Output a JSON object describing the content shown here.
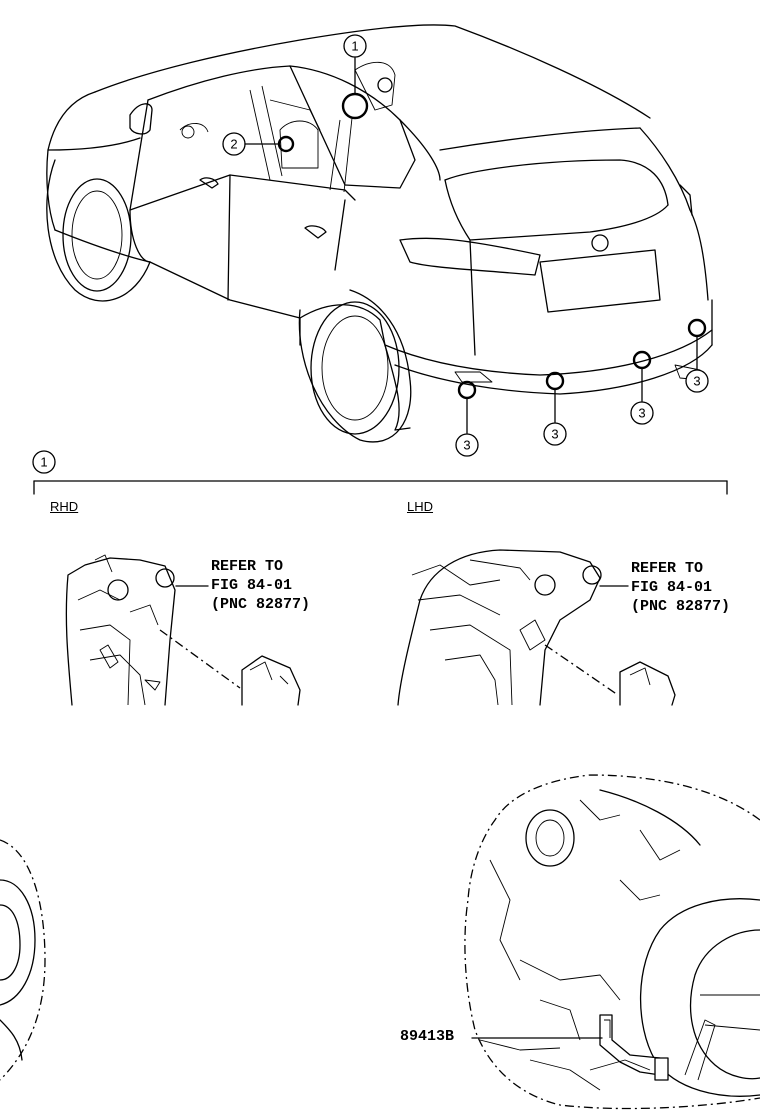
{
  "diagram": {
    "callouts": {
      "c1": "1",
      "c2": "2",
      "c3": "3",
      "section": "1"
    },
    "rhd": {
      "label": "RHD",
      "refer_line1": "REFER TO",
      "refer_line2": "FIG 84-01",
      "refer_line3": "(PNC 82877)"
    },
    "lhd": {
      "label": "LHD",
      "refer_line1": "REFER TO",
      "refer_line2": "FIG 84-01",
      "refer_line3": "(PNC 82877)"
    },
    "part_number": "89413B"
  }
}
